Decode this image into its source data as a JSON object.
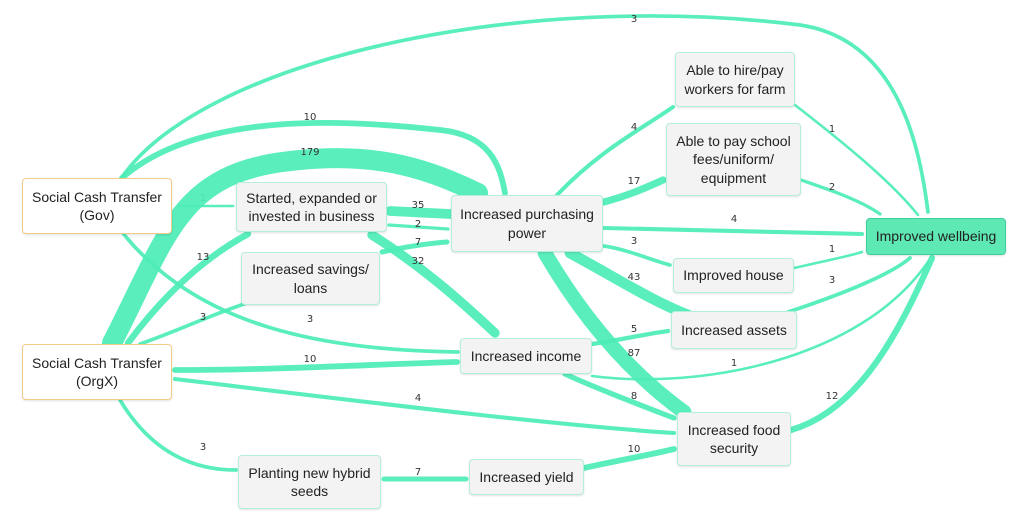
{
  "colors": {
    "link": "#4dedb8",
    "source_border": "#f3cc87",
    "target_fill": "#5ee8b4",
    "node_fill": "#f3f3f3"
  },
  "nodes": {
    "cash_gov": "Social Cash Transfer\n(Gov)",
    "cash_orgx": "Social Cash Transfer\n(OrgX)",
    "business": "Started, expanded or\ninvested in business",
    "savings": "Increased savings/\nloans",
    "purchasing": "Increased purchasing\npower",
    "income": "Increased income",
    "hybrid": "Planting new hybrid\nseeds",
    "yield": "Increased yield",
    "hire": "Able to hire/pay\nworkers for farm",
    "school": "Able to pay school\nfees/uniform/\nequipment",
    "house": "Improved house",
    "assets": "Increased assets",
    "food": "Increased food\nsecurity",
    "wellbeing": "Improved wellbeing"
  },
  "links": [
    {
      "from": "cash_gov",
      "to": "wellbeing",
      "value": "3"
    },
    {
      "from": "cash_gov",
      "to": "purchasing",
      "value": "10"
    },
    {
      "from": "cash_gov",
      "to": "business",
      "value": "1"
    },
    {
      "from": "cash_gov",
      "to": "income",
      "value": "3"
    },
    {
      "from": "cash_orgx",
      "to": "purchasing",
      "value": "179"
    },
    {
      "from": "cash_orgx",
      "to": "business",
      "value": "13"
    },
    {
      "from": "cash_orgx",
      "to": "savings",
      "value": "3"
    },
    {
      "from": "cash_orgx",
      "to": "income",
      "value": "10"
    },
    {
      "from": "cash_orgx",
      "to": "food",
      "value": "4"
    },
    {
      "from": "cash_orgx",
      "to": "hybrid",
      "value": "3"
    },
    {
      "from": "purchasing",
      "to": "business",
      "value": "35"
    },
    {
      "from": "business",
      "to": "purchasing",
      "value": "2"
    },
    {
      "from": "business",
      "to": "income",
      "value": "32"
    },
    {
      "from": "savings",
      "to": "purchasing",
      "value": "7"
    },
    {
      "from": "purchasing",
      "to": "hire",
      "value": "4"
    },
    {
      "from": "purchasing",
      "to": "school",
      "value": "17"
    },
    {
      "from": "purchasing",
      "to": "wellbeing",
      "value": "4"
    },
    {
      "from": "purchasing",
      "to": "house",
      "value": "3"
    },
    {
      "from": "purchasing",
      "to": "assets",
      "value": "43"
    },
    {
      "from": "purchasing",
      "to": "food",
      "value": "87"
    },
    {
      "from": "income",
      "to": "assets",
      "value": "5"
    },
    {
      "from": "income",
      "to": "wellbeing",
      "value": "1"
    },
    {
      "from": "income",
      "to": "food",
      "value": "8"
    },
    {
      "from": "hybrid",
      "to": "yield",
      "value": "7"
    },
    {
      "from": "yield",
      "to": "food",
      "value": "10"
    },
    {
      "from": "hire",
      "to": "wellbeing",
      "value": "1"
    },
    {
      "from": "school",
      "to": "wellbeing",
      "value": "2"
    },
    {
      "from": "house",
      "to": "wellbeing",
      "value": "1"
    },
    {
      "from": "assets",
      "to": "wellbeing",
      "value": "3"
    },
    {
      "from": "food",
      "to": "wellbeing",
      "value": "12"
    }
  ]
}
